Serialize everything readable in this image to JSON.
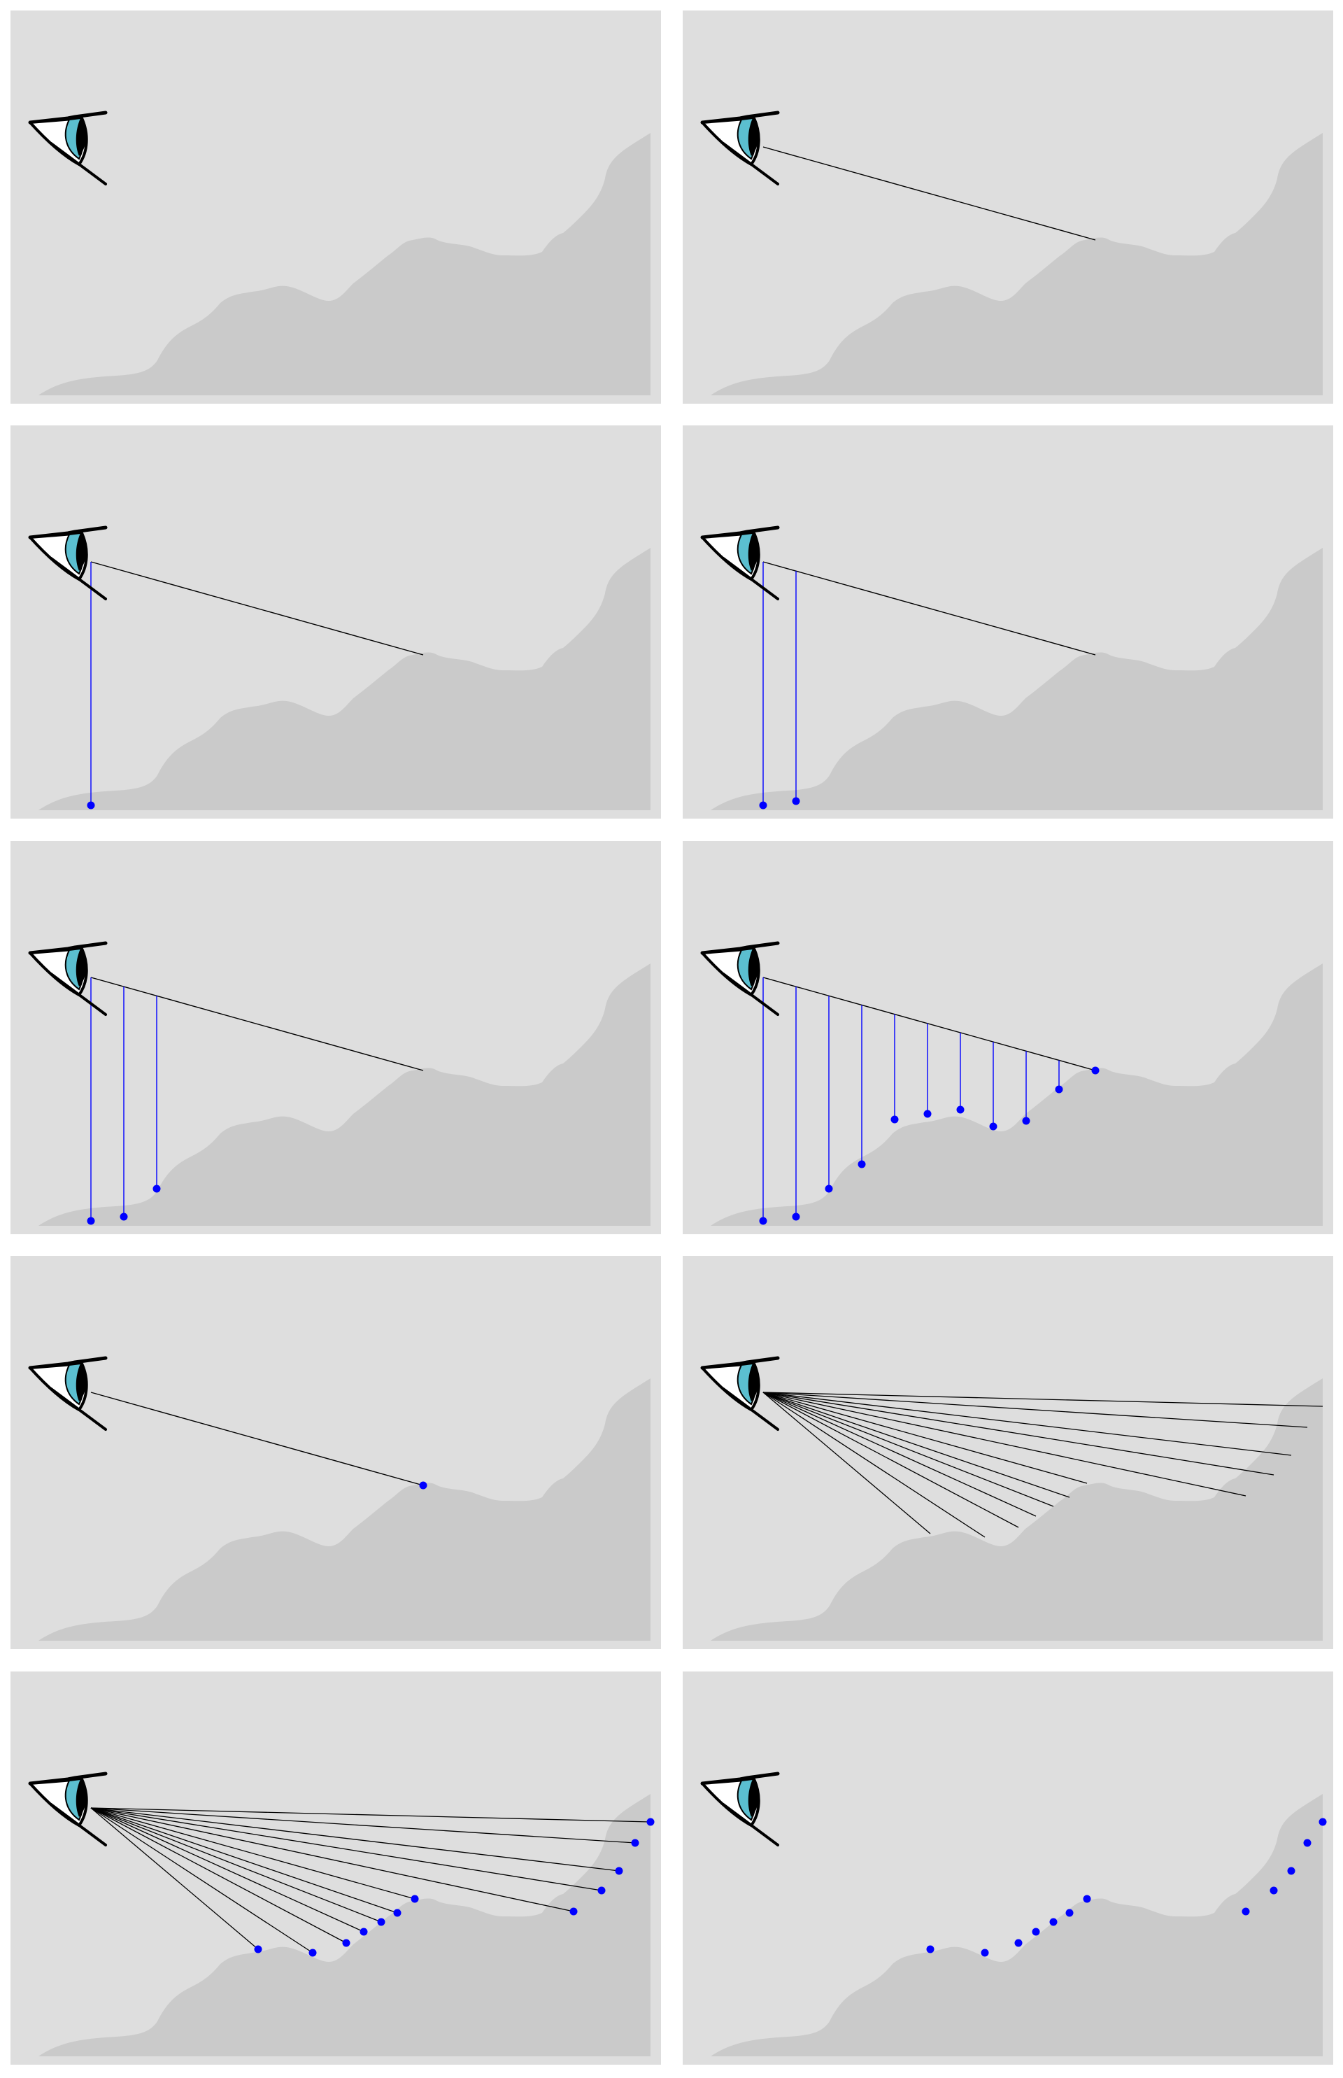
{
  "figure": {
    "description_hidden": "",
    "colors": {
      "background": "#ffffff",
      "panel": "#dedede",
      "terrain": "#cacaca",
      "sight_line": "#000000",
      "vertical_sample": "#0000ff",
      "sample_point": "#0000ff",
      "eye_iris": "#5bbfd0",
      "eye_pupil": "#000000",
      "eye_outline": "#000000"
    },
    "icons": [
      "eye-icon"
    ],
    "panels": [
      {
        "id": "step-1",
        "diagonal": false,
        "verticals": [],
        "end_point": false,
        "rays": [],
        "ray_points": false,
        "ray_lines": false
      },
      {
        "id": "step-2",
        "diagonal": true,
        "verticals": [],
        "end_point": false,
        "rays": [],
        "ray_points": false,
        "ray_lines": false
      },
      {
        "id": "step-3",
        "diagonal": true,
        "verticals": [
          0
        ],
        "end_point": false,
        "rays": [],
        "ray_points": false,
        "ray_lines": false
      },
      {
        "id": "step-4",
        "diagonal": true,
        "verticals": [
          0,
          1
        ],
        "end_point": false,
        "rays": [],
        "ray_points": false,
        "ray_lines": false
      },
      {
        "id": "step-5",
        "diagonal": true,
        "verticals": [
          0,
          1,
          2
        ],
        "end_point": false,
        "rays": [],
        "ray_points": false,
        "ray_lines": false
      },
      {
        "id": "step-6",
        "diagonal": true,
        "verticals": [
          0,
          1,
          2,
          3,
          4,
          5,
          6,
          7,
          8,
          9
        ],
        "end_point": true,
        "rays": [],
        "ray_points": false,
        "ray_lines": false
      },
      {
        "id": "step-7",
        "diagonal": true,
        "verticals": [],
        "end_point": true,
        "rays": [],
        "ray_points": false,
        "ray_lines": false
      },
      {
        "id": "step-8",
        "diagonal": false,
        "verticals": [],
        "end_point": false,
        "rays": "all",
        "ray_points": false,
        "ray_lines": true
      },
      {
        "id": "step-9",
        "diagonal": false,
        "verticals": [],
        "end_point": false,
        "rays": "all",
        "ray_points": true,
        "ray_lines": true
      },
      {
        "id": "step-10",
        "diagonal": false,
        "verticals": [],
        "end_point": false,
        "rays": "all",
        "ray_points": true,
        "ray_lines": false
      }
    ]
  }
}
